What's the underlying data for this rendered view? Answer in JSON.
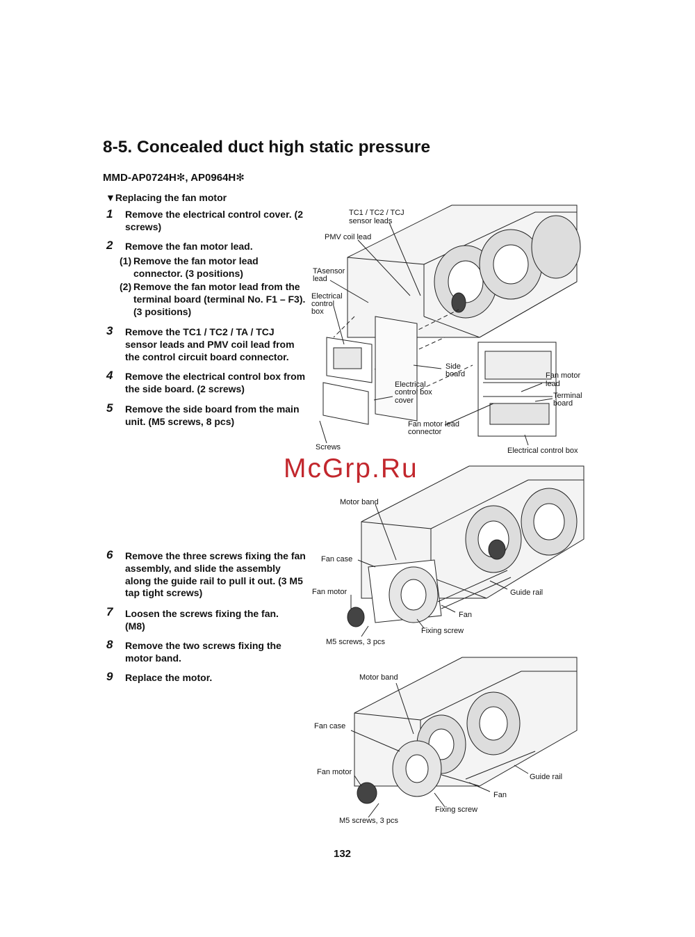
{
  "section": {
    "title": "8-5.  Concealed duct high static pressure",
    "model": "MMD-AP0724H✻, AP0964H✻",
    "procedure": "▼Replacing the fan motor"
  },
  "steps": [
    {
      "num": "1",
      "text": "Remove the electrical control cover. (2 screws)"
    },
    {
      "num": "2",
      "text": "Remove the fan motor lead."
    },
    {
      "num": "3",
      "text": "Remove the TC1 / TC2 / TA / TCJ sensor leads and PMV coil lead from the control circuit board connector."
    },
    {
      "num": "4",
      "text": "Remove the electrical control box from the side board. (2 screws)"
    },
    {
      "num": "5",
      "text": "Remove the side board from the main unit. (M5 screws, 8 pcs)"
    },
    {
      "num": "6",
      "text": "Remove the three screws fixing the fan assembly, and slide the assembly along the guide rail to pull it out. (3 M5 tap tight screws)"
    },
    {
      "num": "7",
      "text": "Loosen the screws fixing the fan. (M8)"
    },
    {
      "num": "8",
      "text": "Remove the two screws fixing the motor band."
    },
    {
      "num": "9",
      "text": "Replace the motor."
    }
  ],
  "substeps": [
    {
      "num": "(1)",
      "text": "Remove the fan motor lead connector.  (3 positions)"
    },
    {
      "num": "(2)",
      "text": "Remove the fan motor lead from the terminal board (terminal No. F1 – F3). (3 positions)"
    }
  ],
  "figure1": {
    "tc_sensor_1": "TC1 / TC2 / TCJ",
    "tc_sensor_2": "sensor leads",
    "pmv": "PMV coil lead",
    "ta_1": "TAsensor",
    "ta_2": "lead",
    "elec_box_1": "Electrical",
    "elec_box_2": "control",
    "elec_box_3": "box",
    "side_1": "Side",
    "side_2": "board",
    "cover_1": "Electrical",
    "cover_2": "control box",
    "cover_3": "cover",
    "connector_1": "Fan motor lead",
    "connector_2": "connector",
    "screws": "Screws",
    "fan_motor_lead_1": "Fan motor",
    "fan_motor_lead_2": "lead",
    "terminal_1": "Terminal",
    "terminal_2": "board",
    "ecb": "Electrical control box"
  },
  "figure2": {
    "motor_band": "Motor band",
    "fan_case": "Fan case",
    "fan_motor": "Fan motor",
    "guide_rail": "Guide rail",
    "fan": "Fan",
    "fixing_screw": "Fixing screw",
    "m5": "M5 screws, 3 pcs"
  },
  "figure3": {
    "motor_band": "Motor band",
    "fan_case": "Fan case",
    "fan_motor": "Fan motor",
    "guide_rail": "Guide rail",
    "fan": "Fan",
    "fixing_screw": "Fixing screw",
    "m5": "M5 screws, 3 pcs"
  },
  "watermark": "McGrp.Ru",
  "page_number": "132"
}
